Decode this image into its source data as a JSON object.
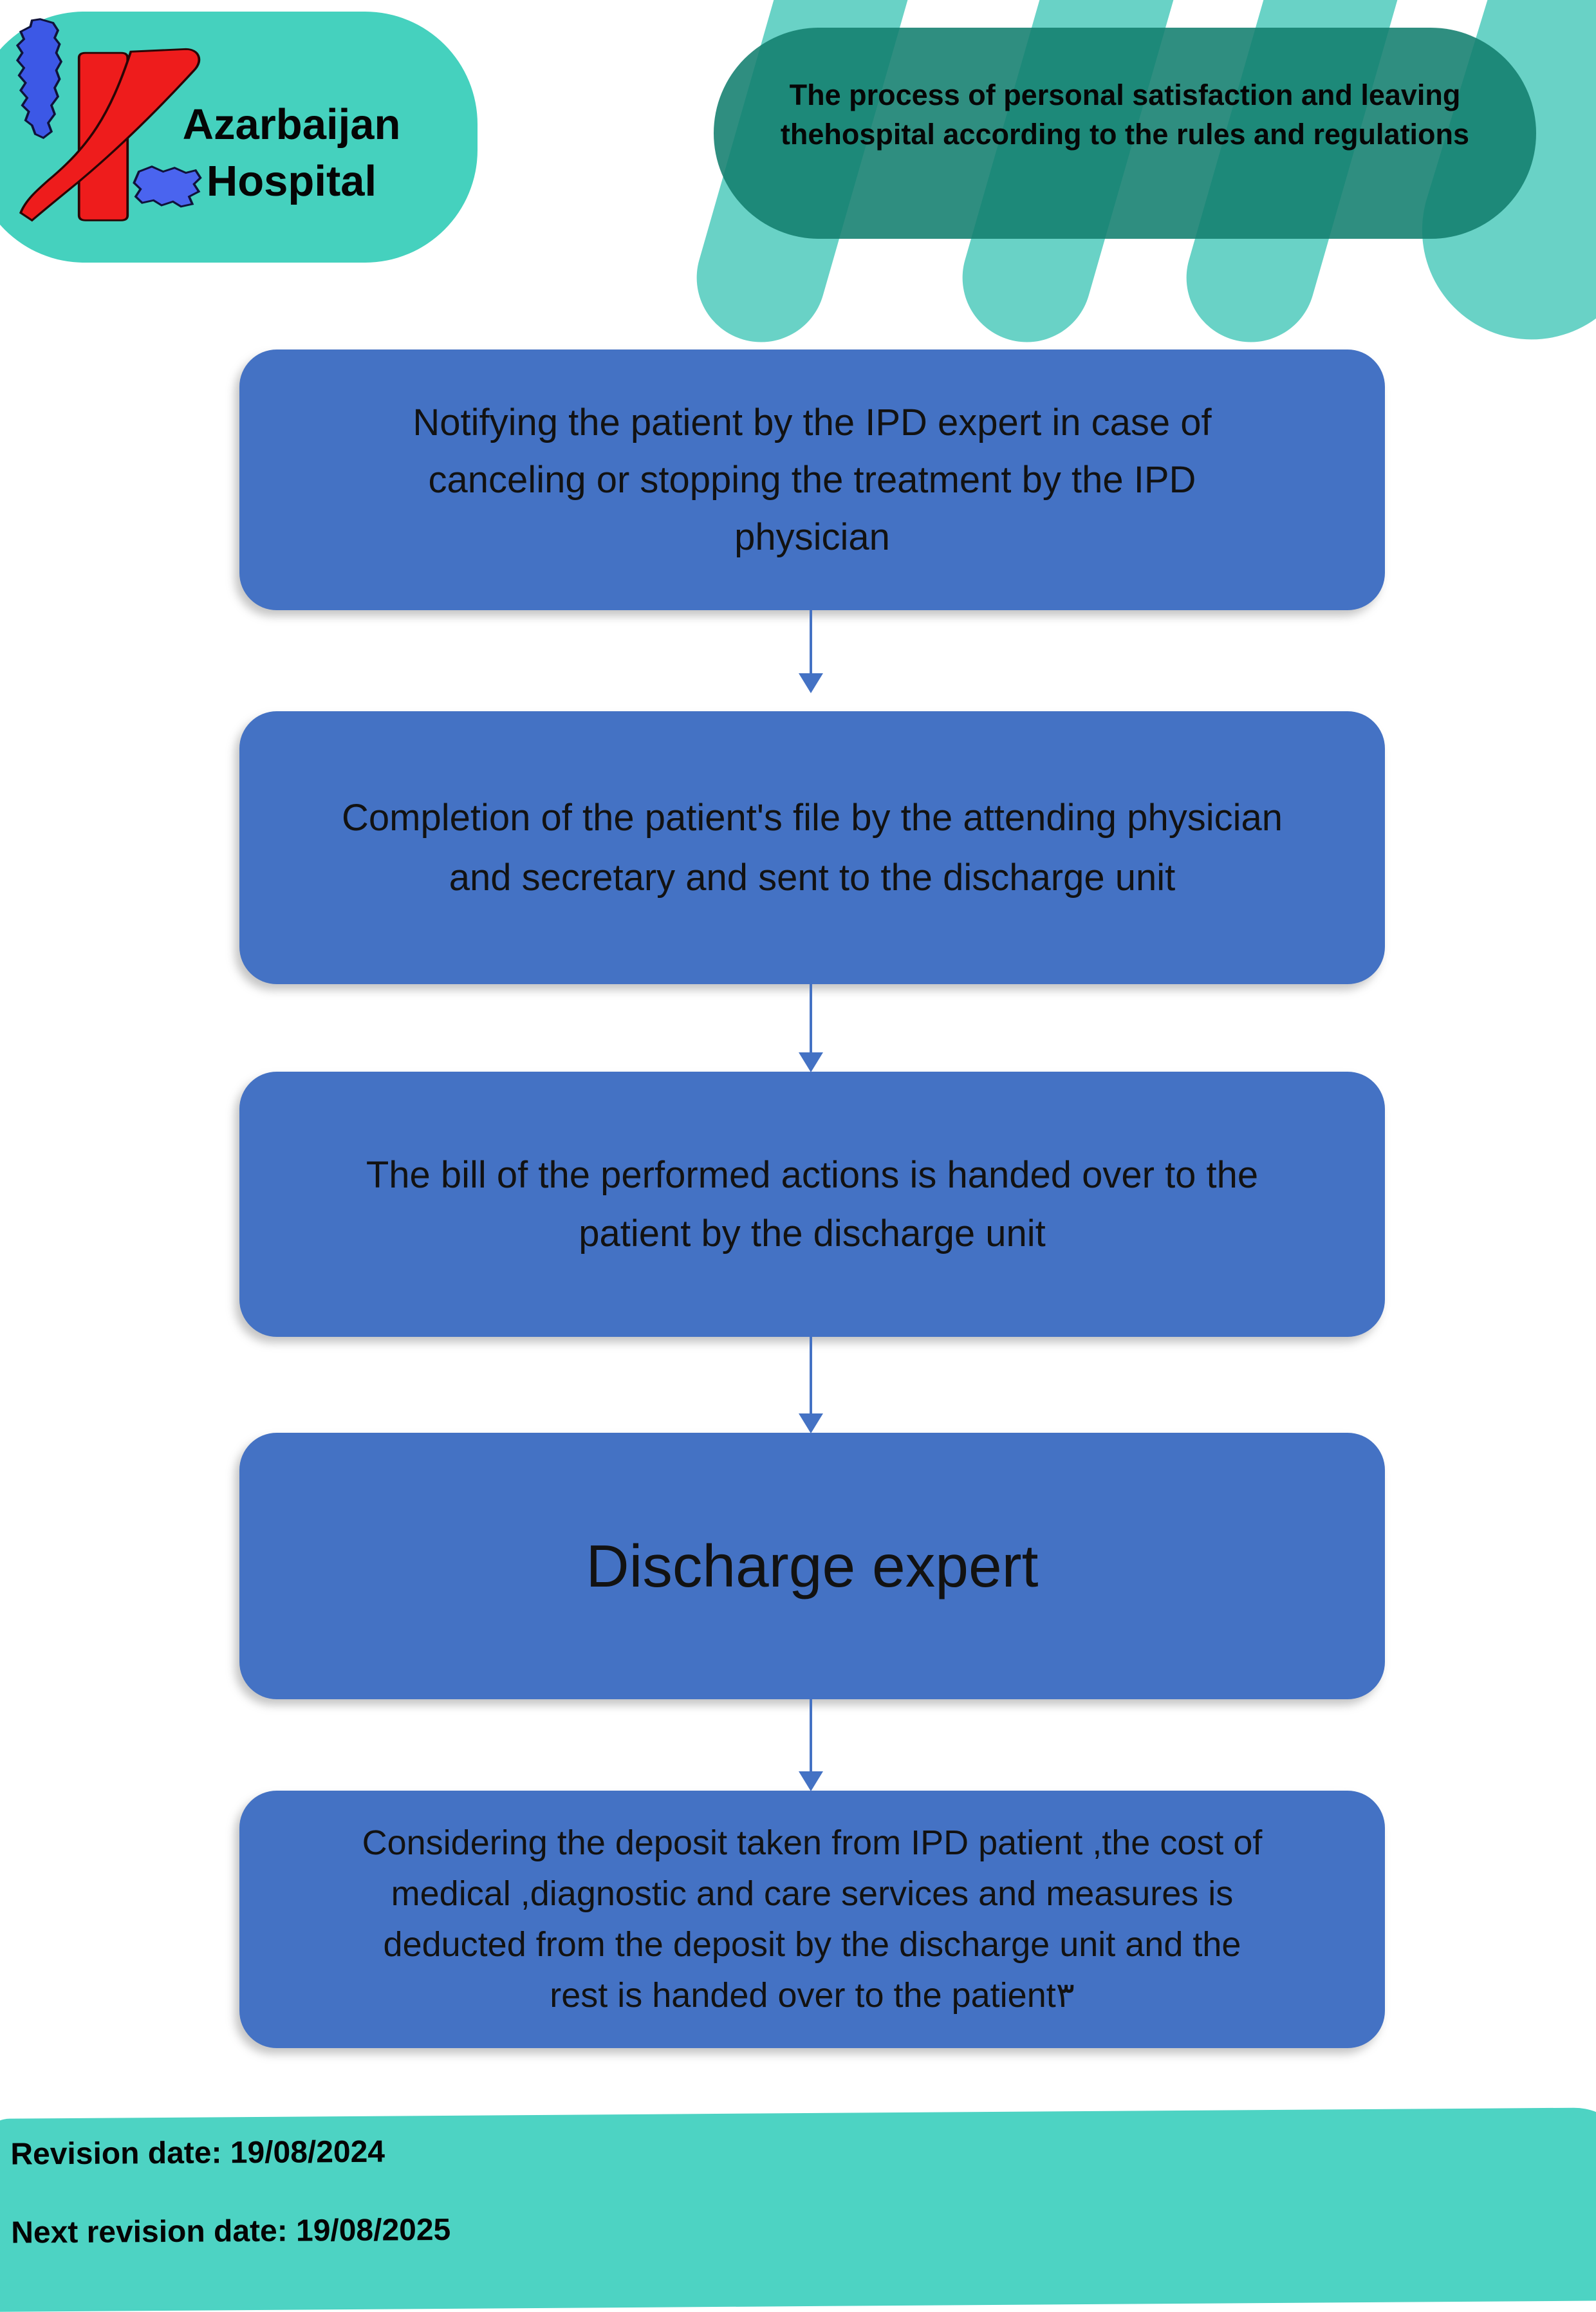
{
  "header": {
    "logo": {
      "org_line1": "Azarbaijan",
      "org_line2": "Hospital"
    },
    "title": {
      "line1": "The process of personal satisfaction and leaving",
      "line2": "thehospital according to the rules and regulations"
    }
  },
  "flow": {
    "steps": [
      {
        "lines": [
          "Notifying the patient by the IPD expert in case of",
          "canceling or stopping the treatment by the IPD",
          "physician"
        ]
      },
      {
        "lines": [
          "Completion of the patient's file by the attending physician",
          "and secretary and sent to the discharge unit"
        ]
      },
      {
        "lines": [
          "The bill of the performed actions is handed over to the",
          "patient by the discharge unit"
        ]
      },
      {
        "lines": [
          "Discharge expert"
        ]
      },
      {
        "lines": [
          "Considering the deposit taken from IPD patient ,the cost of",
          "medical ,diagnostic and care services and measures is",
          "deducted from the deposit by the discharge unit and the",
          "rest is handed over to the patient۳"
        ]
      }
    ]
  },
  "footer": {
    "revision": "Revision date: 19/08/2024",
    "next_revision": "Next revision date: 19/08/2025"
  },
  "colors": {
    "box_blue": "#4472c4",
    "arrow_blue": "#4472c4",
    "logo_bubble_teal": "#45d1be",
    "capsule_teal": "#26beac",
    "title_panel_teal": "#127e6e",
    "footer_teal": "#4dd3c3",
    "logo_map_blue": "#3c58e6",
    "logo_ribbon_red": "#ee1c1c",
    "text_black": "#121212"
  }
}
